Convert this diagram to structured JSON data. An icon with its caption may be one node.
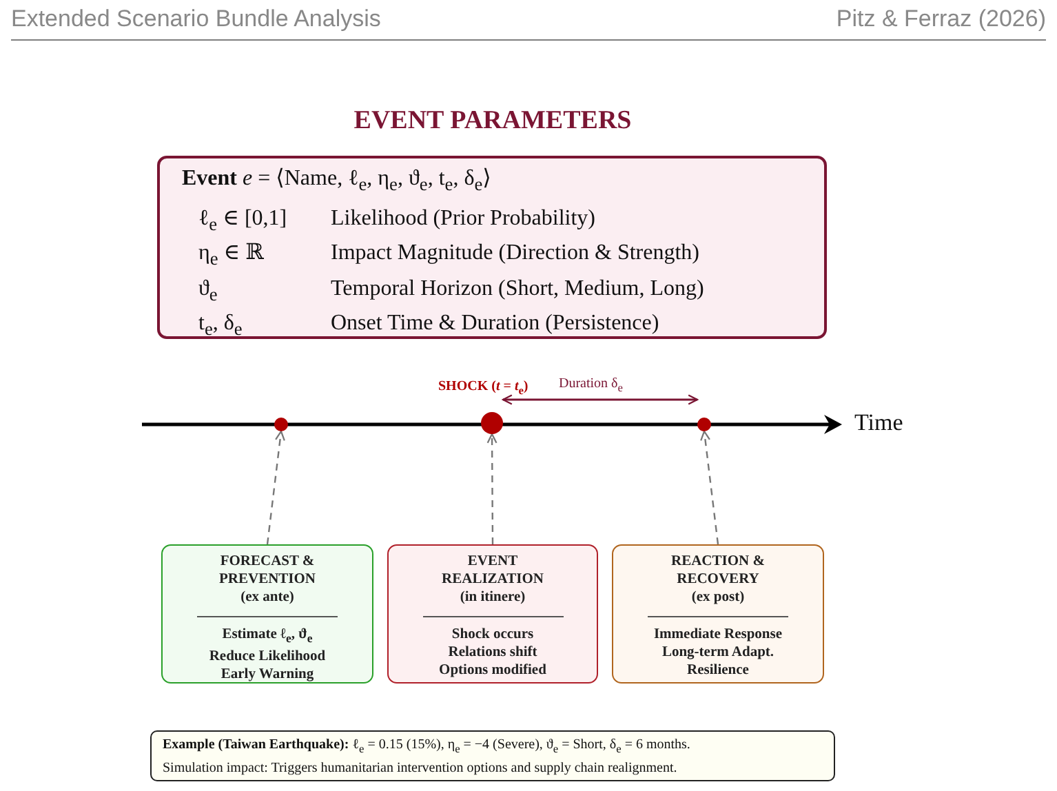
{
  "diagram": {
    "title": "EVENT PARAMETERS",
    "nodes": [
      {
        "text": [
          "**Event** *e* = ⟨Name, ℓ$_{e}$, η$_{e}$, ϑ$_{e}$, t$_{e}$, δ$_{e}$⟩",
          "ℓ$_{e}$ ∈ [0,1]",
          "Likelihood (Prior Probability)",
          "η$_{e}$ ∈ ℝ",
          "Impact Magnitude (Direction & Strength)",
          "ϑ$_{e}$",
          "Temporal Horizon (Short, Medium, Long)",
          "t$_{e}$, δ$_{e}$",
          "Onset Time & Duration (Persistence)"
        ]
      },
      {
        "text": [],
        "shape": "circle"
      },
      {
        "text": [],
        "shape": "circle",
        "beside": [
          "SHOCK (*t* = *t*$_{e}$)"
        ]
      },
      {
        "text": [],
        "shape": "circle"
      },
      {
        "text": [
          "FORECAST & PREVENTION",
          "(ex ante)",
          "Estimate ℓ$_{e}$, ϑ$_{e}$",
          "Reduce Likelihood",
          "Early Warning"
        ]
      },
      {
        "text": [
          "EVENT REALIZATION",
          "(in itinere)",
          "Shock occurs",
          "Relations shift",
          "Options modified"
        ]
      },
      {
        "text": [
          "REACTION & RECOVERY",
          "(ex post)",
          "Immediate Response",
          "Long-term Adapt.",
          "Resilience"
        ]
      },
      {
        "text": [
          "**Example (Taiwan Earthquake):** ℓ$_{e}$ = 0.15 (15%), η$_{e}$ = −4 (Severe), ϑ$_{e}$ = Short, δ$_{e}$ = 6 months.",
          "Simulation impact: Triggers humanitarian intervention options and supply chain realignment."
        ]
      }
    ],
    "edges": [
      {
        "from": 4,
        "to": 1,
        "arrow": "to",
        "style": "dashed"
      },
      {
        "from": 5,
        "to": 2,
        "arrow": "to",
        "style": "dashed"
      },
      {
        "from": 6,
        "to": 3,
        "arrow": "to",
        "style": "dashed"
      },
      {
        "from": 2,
        "to": 3,
        "arrow": "both",
        "label": "Duration δ$_{e}$",
        "color": "#7a1533"
      }
    ],
    "labels": [
      "Extended Scenario Bundle Analysis",
      "Pitz & Ferraz (2026)",
      "Time"
    ]
  }
}
